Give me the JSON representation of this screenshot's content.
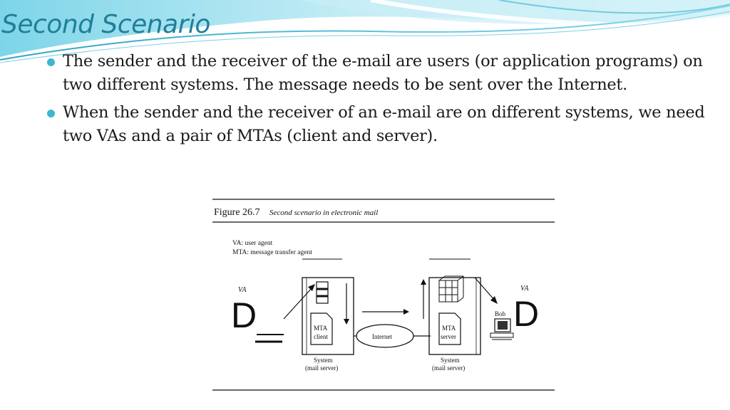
{
  "slide": {
    "title": "Second Scenario",
    "bullets": [
      "The  sender and the receiver of the e-mail are users (or application programs) on two different systems. The message needs to be sent over the Internet.",
      "When the sender and the receiver of an e-mail are on different systems, we need two VAs and a pair of MTAs (client and server)."
    ]
  },
  "figure": {
    "caption_number": "Figure 26.7",
    "caption_text": "Second scenario in electronic mail",
    "legend_line1": "VA: user agent",
    "legend_line2": "MTA: message transfer agent",
    "left_agent_label": "VA",
    "right_agent_label": "VA",
    "agent_glyph": "D",
    "mta_client_line1": "MTA",
    "mta_client_line2": "client",
    "mta_server_line1": "MTA",
    "mta_server_line2": "server",
    "internet_label": "Internet",
    "bob_label": "Bob",
    "system_left_line1": "System",
    "system_left_line2": "(mail server)",
    "system_right_line1": "System",
    "system_right_line2": "(mail server)"
  }
}
